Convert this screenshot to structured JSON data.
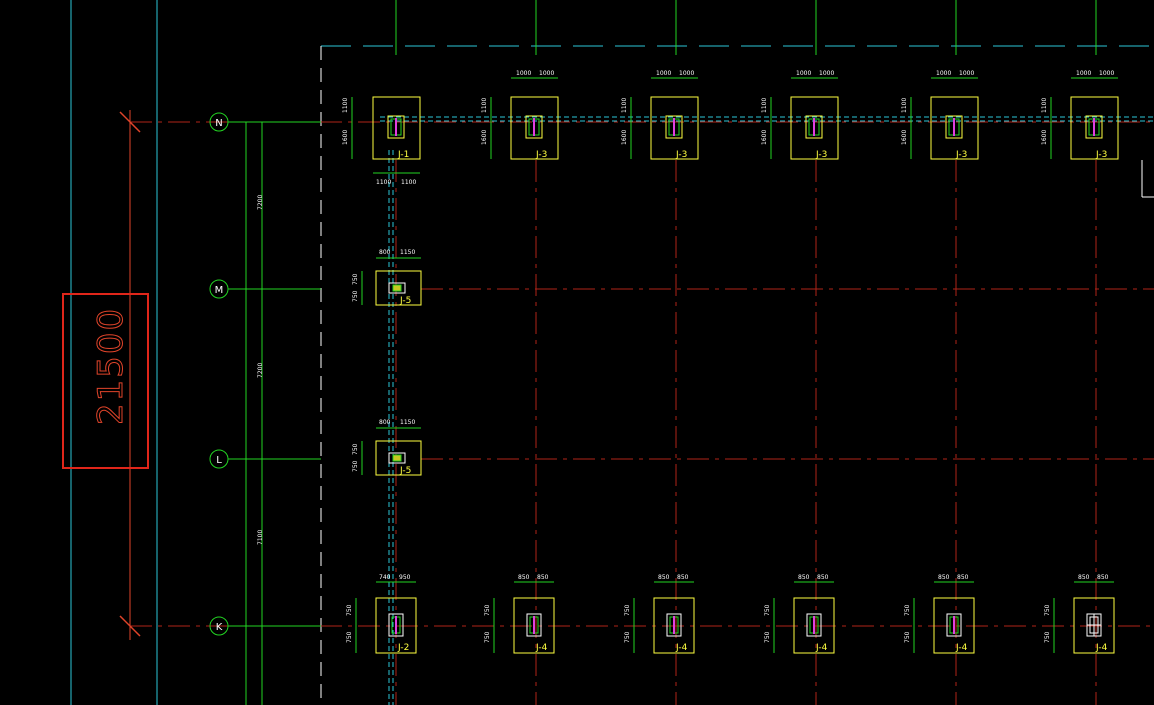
{
  "total_dimension": "21500",
  "axis_labels": [
    "N",
    "M",
    "L",
    "K"
  ],
  "row_spacing_labels": [
    "7200",
    "7200",
    "7100"
  ],
  "footings": {
    "row_top": [
      "J-1",
      "J-3",
      "J-3",
      "J-3",
      "J-3",
      "J-3"
    ],
    "row_m": [
      "J-5"
    ],
    "row_l": [
      "J-5"
    ],
    "row_bottom": [
      "J-2",
      "J-4",
      "J-4",
      "J-4",
      "J-4",
      "J-4"
    ]
  },
  "dims": {
    "top_pair": [
      "1000",
      "1000"
    ],
    "top_side": [
      "1100",
      "1600"
    ],
    "top_bottom_pair": [
      "1100",
      "1100"
    ],
    "mid_pair": [
      "800",
      "1150"
    ],
    "mid_side": [
      "750",
      "750"
    ],
    "bot_first_pair": [
      "740",
      "950"
    ],
    "bot_pair": [
      "850",
      "850"
    ],
    "bot_side": [
      "750",
      "750"
    ]
  },
  "colors": {
    "grid_red": "#b02418",
    "cyan": "#2cc6d8",
    "green": "#22d422",
    "yellow": "#ffff40",
    "highlight_box": "#e0261a"
  }
}
